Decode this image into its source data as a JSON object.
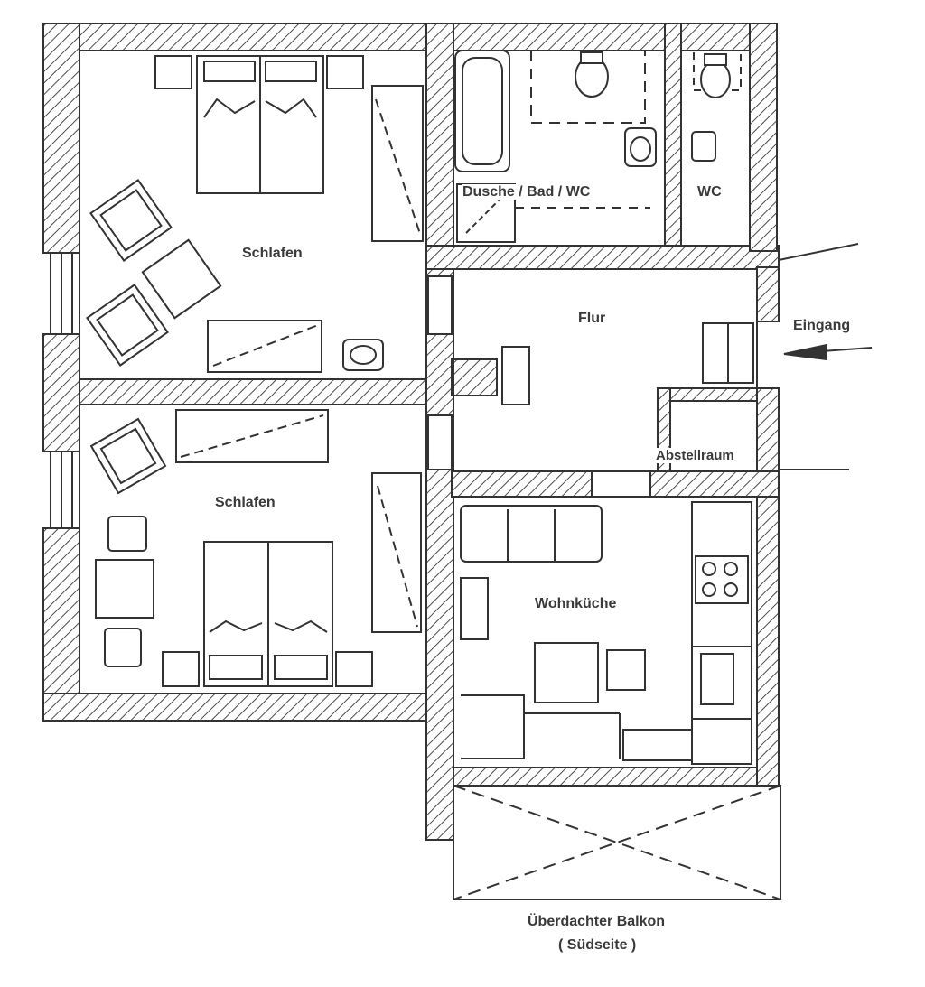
{
  "rooms": {
    "schlafen_top": "Schlafen",
    "schlafen_bottom": "Schlafen",
    "bad": "Dusche / Bad / WC",
    "wc": "WC",
    "flur": "Flur",
    "abstellraum": "Abstellraum",
    "wohnkueche": "Wohnküche"
  },
  "entrance": {
    "label": "Eingang"
  },
  "balcony": {
    "title": "Überdachter Balkon",
    "subtitle": "( Südseite )"
  },
  "style": {
    "ink": "#3a3a3a",
    "hatch": "#4a4a4a",
    "paper": "#ffffff"
  }
}
